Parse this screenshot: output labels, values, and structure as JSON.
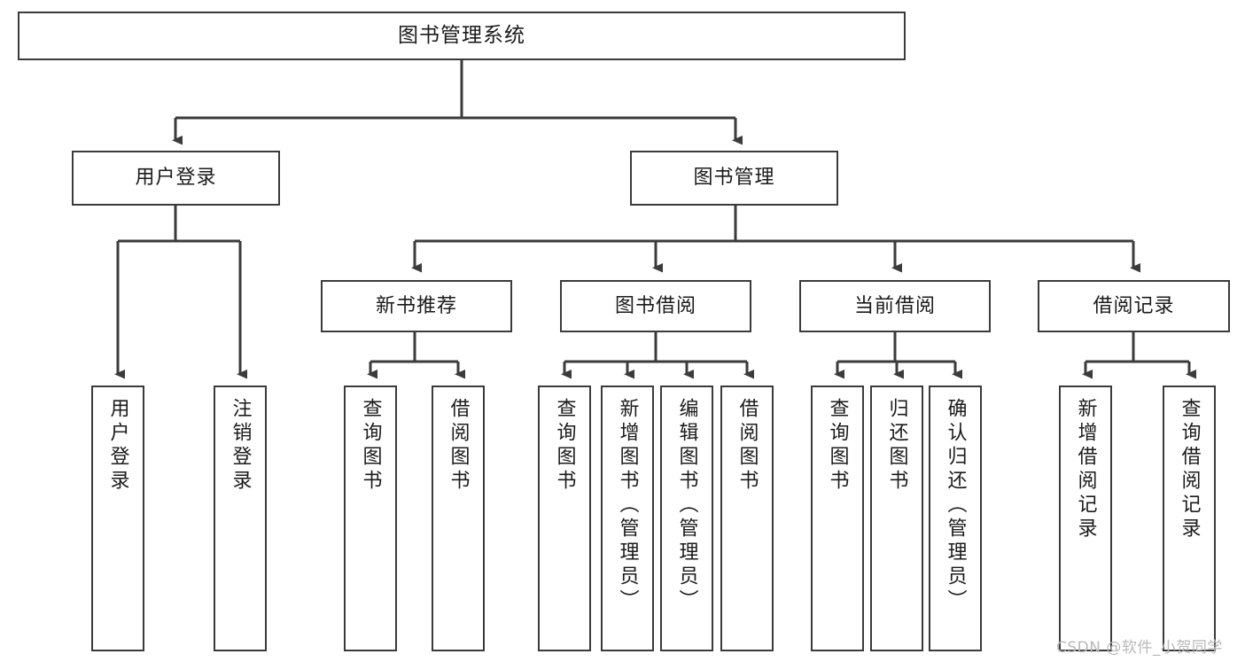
{
  "diagram": {
    "title": "图书管理系统",
    "watermark": "CSDN @软件_小贺同学",
    "colors": {
      "stroke": "#3b3b3b",
      "background": "#ffffff",
      "text": "#1b1b1b",
      "watermark": "#b9b9b9"
    },
    "nodes": {
      "root": {
        "label": "图书管理系统"
      },
      "level1": [
        {
          "id": "user-login",
          "label": "用户登录"
        },
        {
          "id": "book-manage",
          "label": "图书管理"
        }
      ],
      "level2": [
        {
          "id": "new-book-recommend",
          "label": "新书推荐"
        },
        {
          "id": "book-borrow",
          "label": "图书借阅"
        },
        {
          "id": "current-borrow",
          "label": "当前借阅"
        },
        {
          "id": "borrow-record",
          "label": "借阅记录"
        }
      ],
      "leaves": {
        "user_login": [
          {
            "id": "leaf-user-login",
            "label": "用户登录"
          },
          {
            "id": "leaf-logout-login",
            "label": "注销登录"
          }
        ],
        "new_book_recommend": [
          {
            "id": "leaf-query-book-1",
            "label": "查询图书"
          },
          {
            "id": "leaf-borrow-book-1",
            "label": "借阅图书"
          }
        ],
        "book_borrow": [
          {
            "id": "leaf-query-book-2",
            "label": "查询图书"
          },
          {
            "id": "leaf-add-book",
            "label": "新增图书（管理员）"
          },
          {
            "id": "leaf-edit-book",
            "label": "编辑图书（管理员）"
          },
          {
            "id": "leaf-borrow-book-2",
            "label": "借阅图书"
          }
        ],
        "current_borrow": [
          {
            "id": "leaf-query-book-3",
            "label": "查询图书"
          },
          {
            "id": "leaf-return-book",
            "label": "归还图书"
          },
          {
            "id": "leaf-confirm-return",
            "label": "确认归还（管理员）"
          }
        ],
        "borrow_record": [
          {
            "id": "leaf-add-record",
            "label": "新增借阅记录"
          },
          {
            "id": "leaf-query-record",
            "label": "查询借阅记录"
          }
        ]
      }
    }
  }
}
